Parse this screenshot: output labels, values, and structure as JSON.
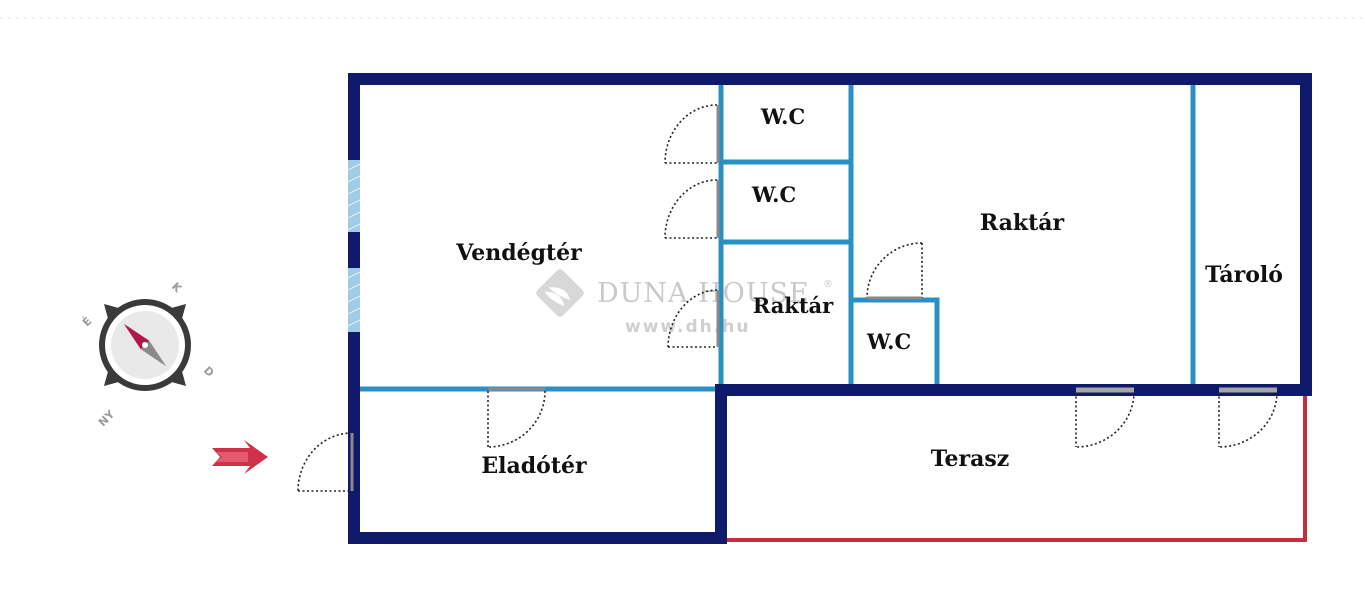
{
  "rooms": {
    "vendegter": "Vendégtér",
    "wc1": "W.C",
    "wc2": "W.C",
    "raktar_small": "Raktár",
    "raktar_big": "Raktár",
    "wc3": "W.C",
    "tarolo": "Tároló",
    "eladoter": "Eladótér",
    "terasz": "Terasz"
  },
  "compass": {
    "north": "É",
    "east": "K",
    "south": "D",
    "west": "NY"
  },
  "watermark": {
    "brand": "DUNA HOUSE",
    "registered": "®",
    "url": "www.dh.hu"
  },
  "colors": {
    "outer_wall": "#0f1a6b",
    "inner_wall": "#2a8fc4",
    "terrace_edge": "#c2303c",
    "entrance_arrow": "#d0304a",
    "window": "#9ecbe6"
  }
}
